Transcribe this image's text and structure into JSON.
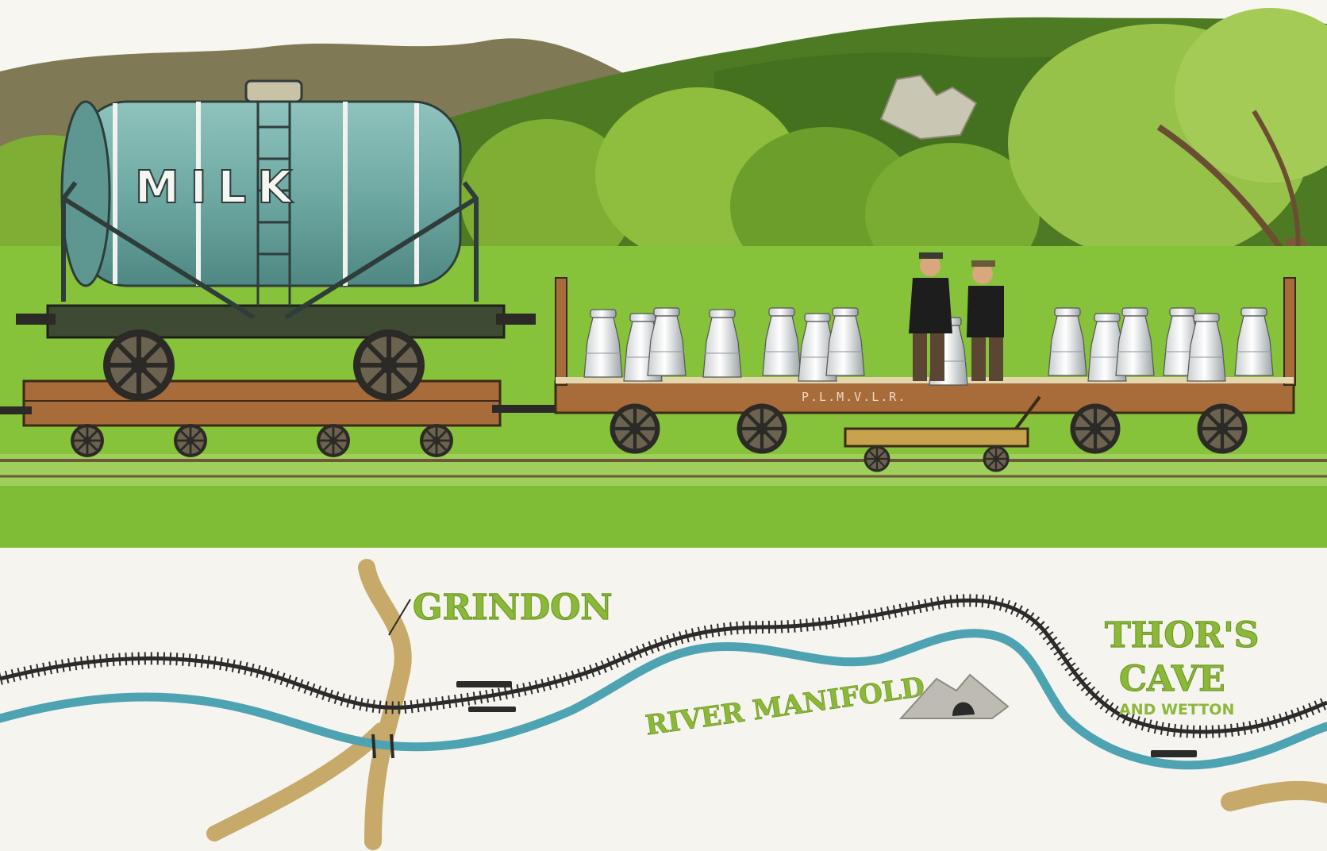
{
  "illustration": {
    "tanker_lettering": "MILK",
    "flat_wagon_lettering": "P.L.M.V.L.R."
  },
  "map": {
    "places": [
      {
        "name": "GRINDON",
        "sub": ""
      },
      {
        "name": "THOR'S",
        "sub": ""
      },
      {
        "name": "CAVE",
        "sub": "AND WETTON"
      }
    ],
    "river": "RIVER MANIFOLD"
  },
  "colors": {
    "sky": "#f7f6f0",
    "hills": "#7f7a55",
    "foliage": "#6f9f2e",
    "grass": "#86c23a",
    "tank": "#6fa9a3",
    "wagon_wood": "#a86b3a",
    "river": "#4ea3b3",
    "railway": "#2b2b2b",
    "road": "#c7a96a",
    "label_green": "#8cb83a"
  }
}
